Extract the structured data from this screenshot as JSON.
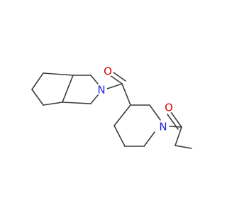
{
  "molecule": {
    "colors": {
      "bond": "#3c3c3c",
      "nitrogen": "#2020e0",
      "oxygen": "#e00000",
      "background": "#ffffff"
    },
    "atoms": {
      "n1": {
        "symbol": "N",
        "color": "#2020e0"
      },
      "n2": {
        "symbol": "N",
        "color": "#2020e0"
      },
      "o1": {
        "symbol": "O",
        "color": "#e00000"
      },
      "o2": {
        "symbol": "O",
        "color": "#e00000"
      }
    }
  }
}
